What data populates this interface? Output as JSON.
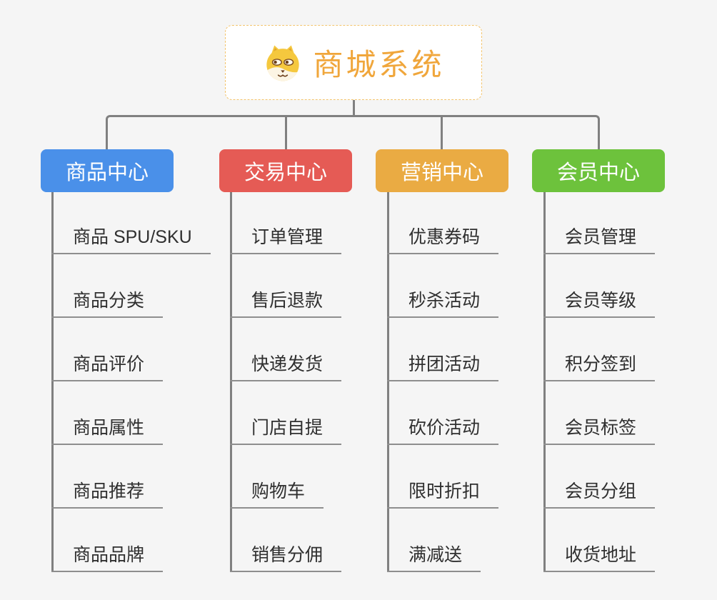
{
  "page": {
    "background_color": "#F5F5F5",
    "connector_color": "#808080",
    "leaf_underline_color": "#8E8E8E",
    "leaf_text_color": "#2F2F2F"
  },
  "root": {
    "title": "商城系统",
    "icon": "dog-face-icon",
    "text_color": "#F0A63B",
    "border_color": "#F3C36B",
    "background_color": "#FFFFFF"
  },
  "branches": [
    {
      "label": "商品中心",
      "color": "#4A90E9",
      "items": [
        "商品 SPU/SKU",
        "商品分类",
        "商品评价",
        "商品属性",
        "商品推荐",
        "商品品牌"
      ]
    },
    {
      "label": "交易中心",
      "color": "#E55B55",
      "items": [
        "订单管理",
        "售后退款",
        "快递发货",
        "门店自提",
        "购物车",
        "销售分佣"
      ]
    },
    {
      "label": "营销中心",
      "color": "#EAAB43",
      "items": [
        "优惠券码",
        "秒杀活动",
        "拼团活动",
        "砍价活动",
        "限时折扣",
        "满减送"
      ]
    },
    {
      "label": "会员中心",
      "color": "#6DC23C",
      "items": [
        "会员管理",
        "会员等级",
        "积分签到",
        "会员标签",
        "会员分组",
        "收货地址"
      ]
    }
  ]
}
